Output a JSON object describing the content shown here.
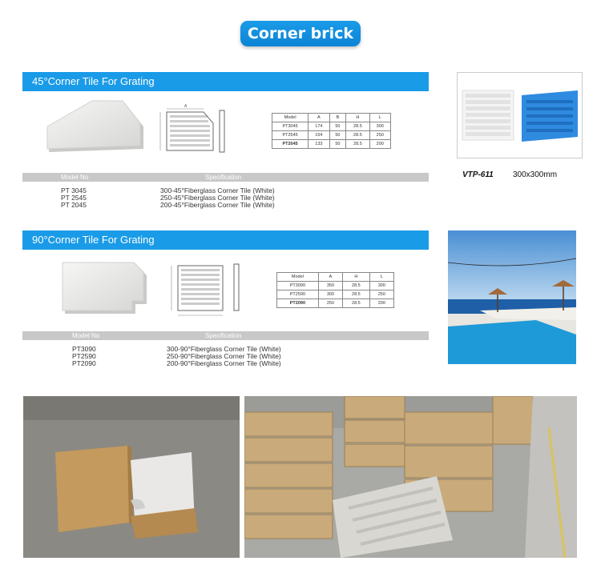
{
  "header": {
    "title": "Corner brick"
  },
  "section45": {
    "banner": "45°Corner Tile For Grating",
    "spec_header": {
      "model": "Model No",
      "spec": "Specification"
    },
    "rows": [
      {
        "model": "PT 3045",
        "spec": "300-45°Fiberglass Corner Tile (White)"
      },
      {
        "model": "PT 2545",
        "spec": "250-45°Fiberglass Corner Tile (White)"
      },
      {
        "model": "PT 2045",
        "spec": "200-45°Fiberglass Corner Tile (White)"
      }
    ],
    "table": {
      "headers": [
        "Model",
        "A",
        "B",
        "H",
        "L"
      ],
      "rows": [
        [
          "PT3045",
          "174",
          "50",
          "28.5",
          "300"
        ],
        [
          "PT2545",
          "154",
          "50",
          "28.5",
          "250"
        ],
        [
          "PT2045",
          "133",
          "50",
          "28.5",
          "200"
        ]
      ]
    },
    "drawing_label": "A"
  },
  "section90": {
    "banner": "90°Corner Tile For Grating",
    "spec_header": {
      "model": "Model No",
      "spec": "Specification"
    },
    "rows": [
      {
        "model": "PT3090",
        "spec": "300-90°Fiberglass Corner Tile (White)"
      },
      {
        "model": "PT2590",
        "spec": "250-90°Fiberglass Corner Tile (White)"
      },
      {
        "model": "PT2090",
        "spec": "200-90°Fiberglass Corner Tile (White)"
      }
    ],
    "table": {
      "headers": [
        "Model",
        "A",
        "H",
        "L"
      ],
      "rows": [
        [
          "PT3090",
          "350",
          "28.5",
          "300"
        ],
        [
          "PT2590",
          "300",
          "28.5",
          "250"
        ],
        [
          "PT2090",
          "250",
          "28.5",
          "200"
        ]
      ]
    }
  },
  "vtp": {
    "model": "VTP-611",
    "size": "300x300mm"
  },
  "colors": {
    "accent": "#1a9be8",
    "spec_header_bg": "#c8c8c8"
  }
}
